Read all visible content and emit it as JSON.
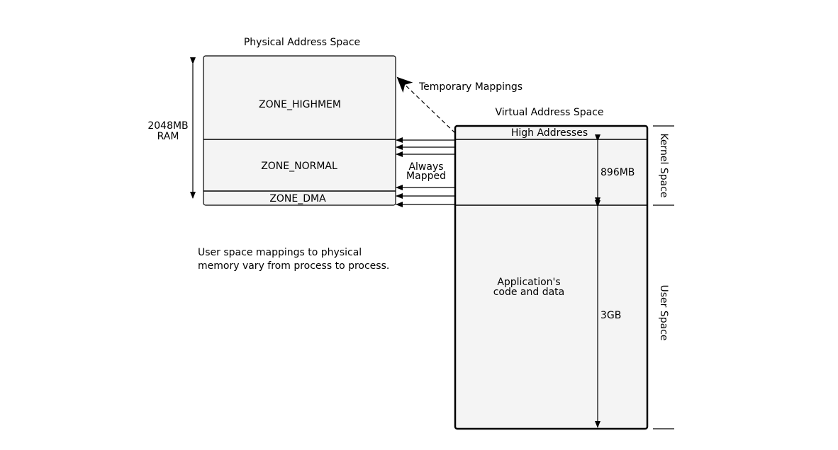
{
  "physical": {
    "title": "Physical Address Space",
    "zones": {
      "highmem": "ZONE_HIGHMEM",
      "normal": "ZONE_NORMAL",
      "dma": "ZONE_DMA"
    },
    "ram_size_line1": "2048MB",
    "ram_size_line2": "RAM"
  },
  "virtual": {
    "title": "Virtual Address Space",
    "high_addresses": "High Addresses",
    "app_line1": "Application's",
    "app_line2": "code and data",
    "kernel_size": "896MB",
    "user_size": "3GB"
  },
  "labels": {
    "temporary_mappings": "Temporary Mappings",
    "always_line1": "Always",
    "always_line2": "Mapped",
    "note_line1": "User space mappings to physical",
    "note_line2": "memory vary from process to process.",
    "kernel_space": "Kernel Space",
    "user_space": "User Space"
  },
  "colors": {
    "box_fill": "#f4f4f4",
    "stroke": "#000000"
  }
}
